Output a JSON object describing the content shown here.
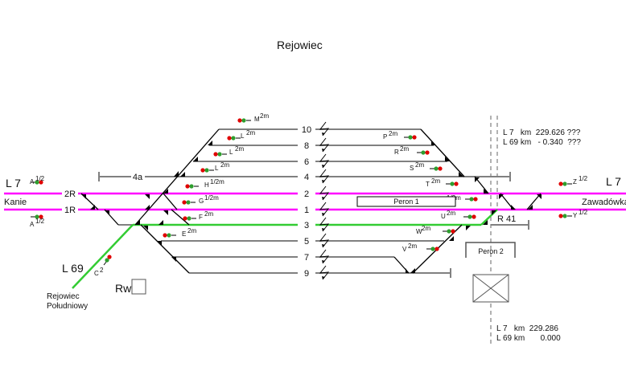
{
  "title": "Rejowiec",
  "colors": {
    "main_line": "#ff00ff",
    "l69_line": "#33cc33",
    "siding": "#808080",
    "switch": "#000000",
    "signal_red": "#e00000",
    "signal_green": "#2e9e2e",
    "dashed": "#999999"
  },
  "lines": {
    "left_line": "L 7",
    "left_station": "Kanie",
    "right_line": "L 7",
    "right_station": "Zawadówka",
    "l69_line": "L 69",
    "l69_station_1": "Rejowiec",
    "l69_station_2": "Południowy"
  },
  "tracks": [
    {
      "id": "10",
      "label": "10",
      "type": "siding"
    },
    {
      "id": "8",
      "label": "8",
      "type": "siding"
    },
    {
      "id": "6",
      "label": "6",
      "type": "siding"
    },
    {
      "id": "4",
      "label": "4",
      "type": "siding"
    },
    {
      "id": "2",
      "label": "2",
      "type": "main"
    },
    {
      "id": "1",
      "label": "1",
      "type": "main"
    },
    {
      "id": "3",
      "label": "3",
      "type": "l69"
    },
    {
      "id": "5",
      "label": "5",
      "type": "siding"
    },
    {
      "id": "7",
      "label": "7",
      "type": "siding"
    },
    {
      "id": "9",
      "label": "9",
      "type": "siding"
    }
  ],
  "track_labels_left": {
    "t2R": "2R",
    "t1R": "1R",
    "t4a": "4a"
  },
  "signals": [
    {
      "name": "A",
      "sup": "1/2"
    },
    {
      "name": "A",
      "sup": "1/2"
    },
    {
      "name": "M",
      "sup": "2m"
    },
    {
      "name": "L",
      "sup": "2m"
    },
    {
      "name": "L",
      "sup": "2m"
    },
    {
      "name": "L",
      "sup": "2m"
    },
    {
      "name": "H",
      "sup": "1/2m"
    },
    {
      "name": "G",
      "sup": "1/2m"
    },
    {
      "name": "F",
      "sup": "2m"
    },
    {
      "name": "E",
      "sup": "2m"
    },
    {
      "name": "C",
      "sup": "2"
    },
    {
      "name": "P",
      "sup": "2m"
    },
    {
      "name": "R",
      "sup": "2m"
    },
    {
      "name": "S",
      "sup": "2m"
    },
    {
      "name": "T",
      "sup": "2m"
    },
    {
      "name": "X",
      "sup": "1/2m"
    },
    {
      "name": "U",
      "sup": "2m"
    },
    {
      "name": "W",
      "sup": "2m"
    },
    {
      "name": "V",
      "sup": "2m"
    },
    {
      "name": "Z",
      "sup": "1/2"
    },
    {
      "name": "Y",
      "sup": "1/2"
    }
  ],
  "platforms": {
    "p1": "Peron 1",
    "p2": "Peron 2"
  },
  "post_rw": "Rw",
  "post_r41": "R 41",
  "km_top": {
    "l7": "L 7   km  229.626 ???",
    "l69": "L 69 km   - 0.340  ???"
  },
  "km_bottom": {
    "l7": "L 7   km  229.286",
    "l69": "L 69 km       0.000"
  }
}
